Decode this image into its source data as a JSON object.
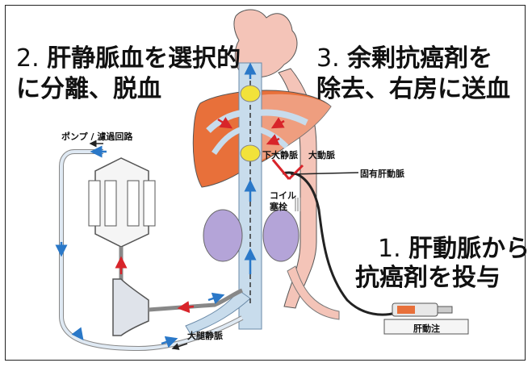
{
  "steps": {
    "step2": {
      "line1_num": "2. ",
      "line1_text": "肝静脈血を選択的",
      "line2": "に分離、脱血"
    },
    "step3": {
      "line1_num": "3. ",
      "line1_text": "余剰抗癌剤を",
      "line2": "除去、右房に送血"
    },
    "step1": {
      "line1_num": "1. ",
      "line1_text": "肝動脈から",
      "line2": "抗癌剤を投与"
    }
  },
  "labels": {
    "pump_filter": "ポンプ / 濾過回路",
    "ivc": "下大静脈",
    "aorta": "大動脈",
    "proper_hepatic_artery": "固有肝動脈",
    "coil_line1": "コイル",
    "coil_line2": "塞栓",
    "saphenous_vein": "大腿静脈",
    "hepatic_injection": "肝動注"
  },
  "colors": {
    "liver": "#e8703a",
    "tissue": "#f4c4b8",
    "vein": "#c8dcec",
    "kidney": "#b4a4d8",
    "balloon": "#f2e23a",
    "arrow_blue": "#2a78c8",
    "arrow_red": "#d8242a"
  }
}
